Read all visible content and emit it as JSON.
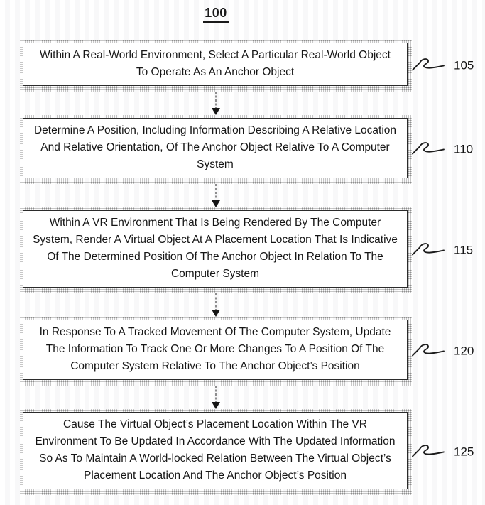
{
  "figure": {
    "number": "100"
  },
  "steps": [
    {
      "ref": "105",
      "text": "Within A Real-World Environment, Select A Particular Real-World Object To Operate As An Anchor Object"
    },
    {
      "ref": "110",
      "text": "Determine A Position, Including Information Describing A Relative Location And Relative Orientation, Of The Anchor Object Relative To A Computer System"
    },
    {
      "ref": "115",
      "text": "Within A VR Environment That Is Being Rendered By The Computer System, Render A Virtual Object At A Placement Location That Is Indicative Of The Determined Position Of The Anchor Object In Relation To The Computer System"
    },
    {
      "ref": "120",
      "text": "In Response To A Tracked Movement Of The Computer System, Update The Information To Track One Or More Changes To A Position Of The Computer System Relative To The Anchor Object’s Position"
    },
    {
      "ref": "125",
      "text": "Cause The Virtual Object’s Placement Location Within The VR Environment To Be Updated In Accordance With The Updated Information So As To Maintain A World-locked Relation Between The Virtual Object’s Placement Location And The Anchor Object’s Position"
    }
  ],
  "colors": {
    "ink": "#1a1a1a",
    "box_fill": "#ffffff",
    "stipple_shadow": "#8f8f8f"
  }
}
